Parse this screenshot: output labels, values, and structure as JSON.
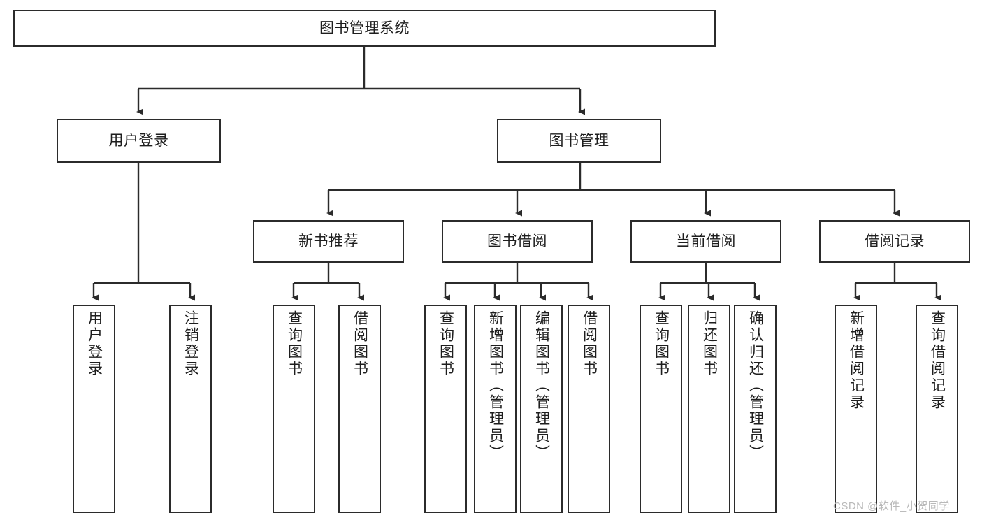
{
  "diagram": {
    "title": "图书管理系统",
    "type": "tree",
    "root": {
      "label": "图书管理系统"
    },
    "level1": [
      {
        "label": "用户登录"
      },
      {
        "label": "图书管理"
      }
    ],
    "level2": [
      {
        "label": "新书推荐"
      },
      {
        "label": "图书借阅"
      },
      {
        "label": "当前借阅"
      },
      {
        "label": "借阅记录"
      }
    ],
    "leaves": {
      "user_login": [
        {
          "label": "用户登录"
        },
        {
          "label": "注销登录"
        }
      ],
      "new_book_recommend": [
        {
          "label": "查询图书"
        },
        {
          "label": "借阅图书"
        }
      ],
      "book_borrow": [
        {
          "label": "查询图书"
        },
        {
          "label": "新增图书（管理员）"
        },
        {
          "label": "编辑图书（管理员）"
        },
        {
          "label": "借阅图书"
        }
      ],
      "current_borrow": [
        {
          "label": "查询图书"
        },
        {
          "label": "归还图书"
        },
        {
          "label": "确认归还（管理员）"
        }
      ],
      "borrow_record": [
        {
          "label": "新增借阅记录"
        },
        {
          "label": "查询借阅记录"
        }
      ]
    }
  },
  "watermark": {
    "text": "CSDN @软件_小贺同学"
  },
  "colors": {
    "stroke": "#2b2b2b",
    "background": "#ffffff",
    "text": "#1e1e1e",
    "watermark": "#b9b9b9"
  }
}
